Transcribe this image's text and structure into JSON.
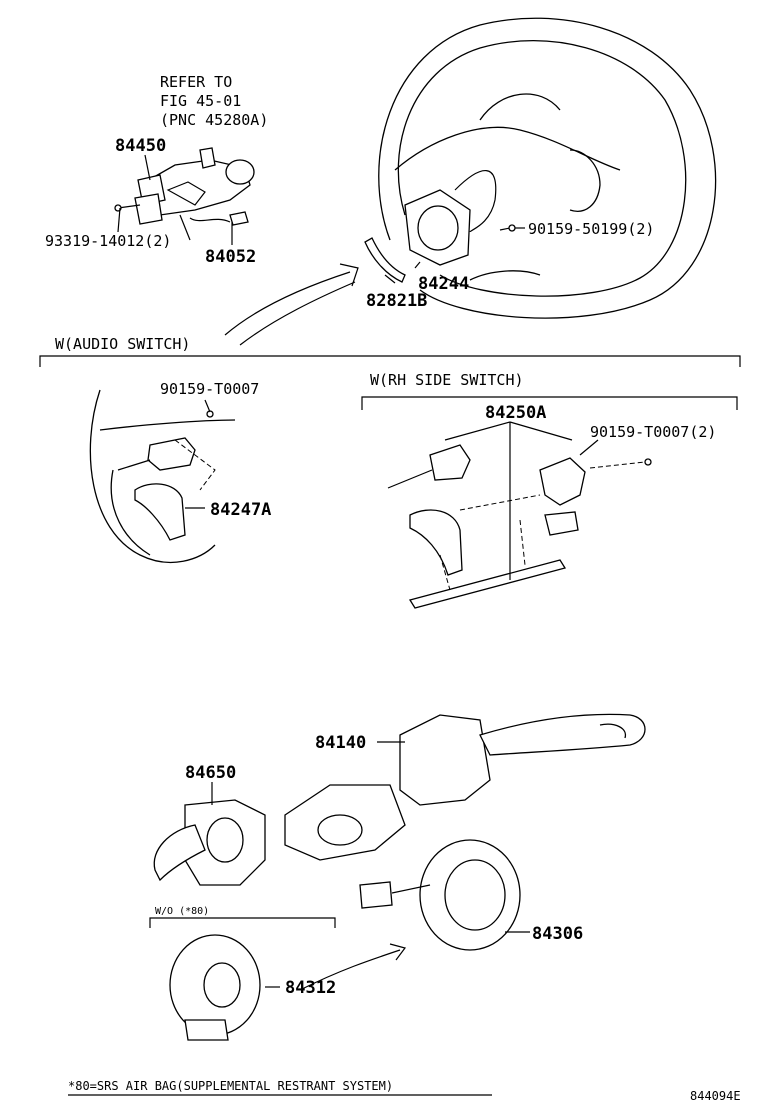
{
  "labels": {
    "refer_line1": "REFER TO",
    "refer_line2": "FIG 45-01",
    "refer_line3": "(PNC 45280A)",
    "p84450": "84450",
    "p93319": "93319-14012(2)",
    "p84052": "84052",
    "p90159_50199": "90159-50199(2)",
    "p84244": "84244",
    "p82821B": "82821B",
    "w_audio": "W(AUDIO SWITCH)",
    "p90159_T0007": "90159-T0007",
    "p84247A": "84247A",
    "w_rh": "W(RH SIDE SWITCH)",
    "p84250A": "84250A",
    "p90159_T0007_2": "90159-T0007(2)",
    "p84140": "84140",
    "p84650": "84650",
    "w_o_80": "W/O (*80)",
    "p84312": "84312",
    "p84306": "84306",
    "footnote": "*80=SRS AIR BAG(SUPPLEMENTAL RESTRANT SYSTEM)",
    "figure_code": "844094E"
  }
}
